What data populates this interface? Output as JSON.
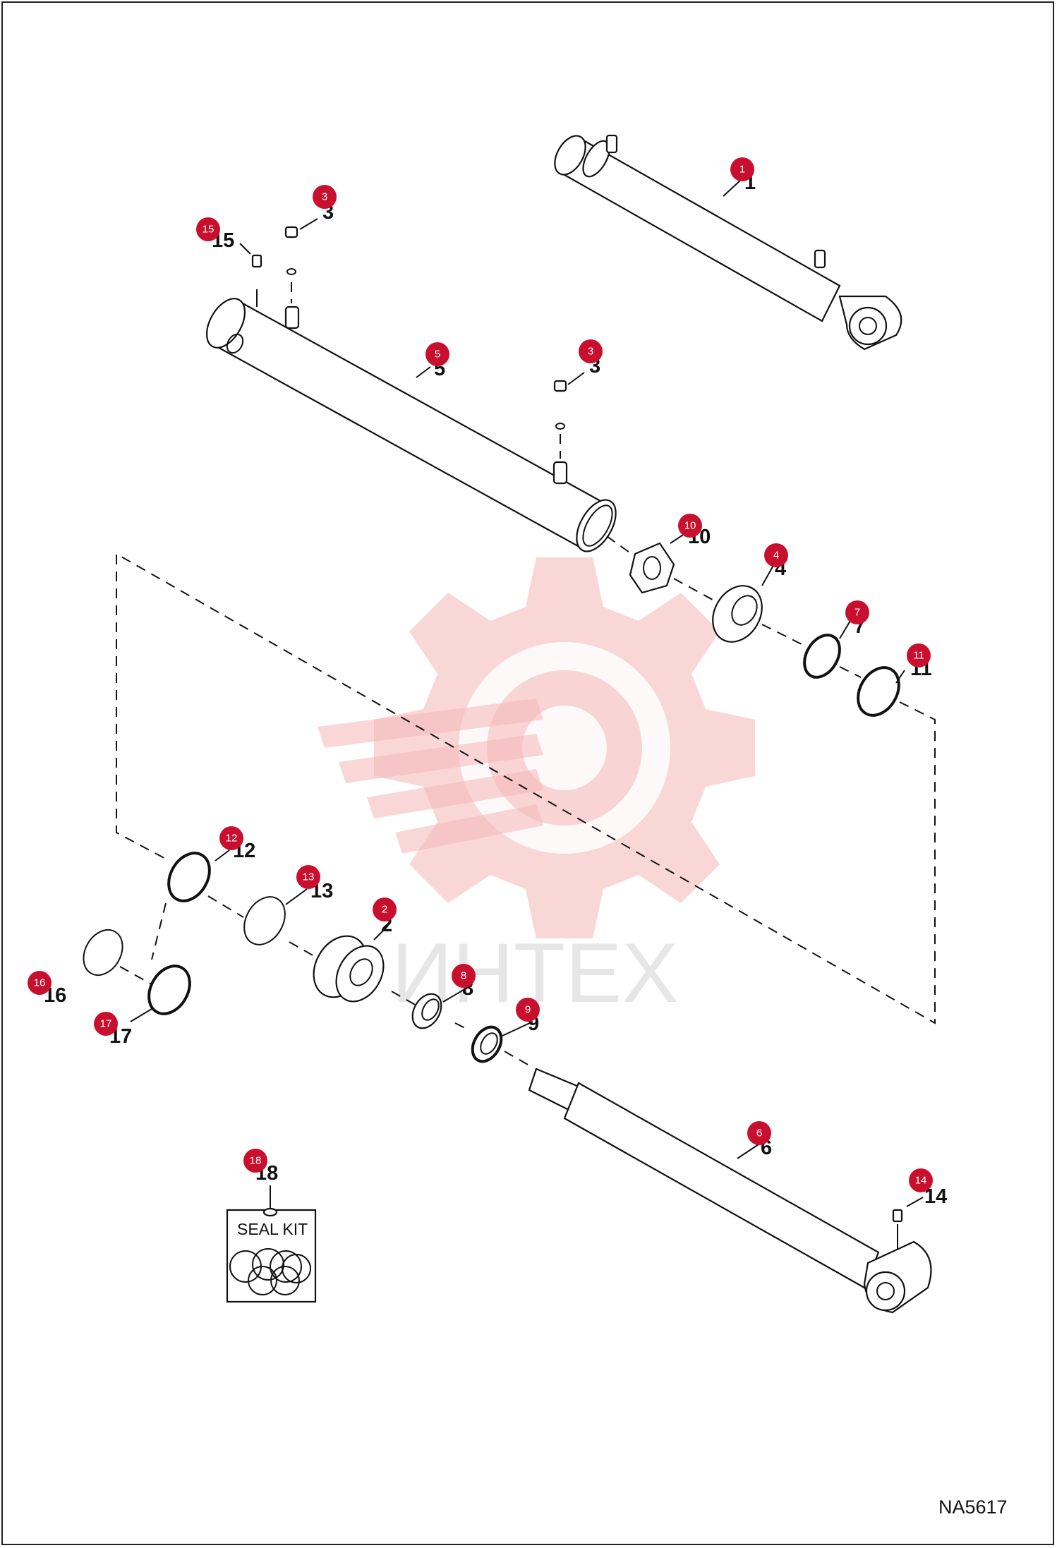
{
  "drawing_code": "NA5617",
  "watermark_text": "ИНТЕХ",
  "seal_kit_label": "SEAL KIT",
  "colors": {
    "badge": "#c8102e",
    "watermark": "#f4b6b6",
    "line": "#111111"
  },
  "callouts": [
    {
      "id": "1",
      "label": "1"
    },
    {
      "id": "2",
      "label": "2"
    },
    {
      "id": "3a",
      "label": "3"
    },
    {
      "id": "3b",
      "label": "3"
    },
    {
      "id": "4",
      "label": "4"
    },
    {
      "id": "5",
      "label": "5"
    },
    {
      "id": "6",
      "label": "6"
    },
    {
      "id": "7",
      "label": "7"
    },
    {
      "id": "8",
      "label": "8"
    },
    {
      "id": "9",
      "label": "9"
    },
    {
      "id": "10",
      "label": "10"
    },
    {
      "id": "11",
      "label": "11"
    },
    {
      "id": "12",
      "label": "12"
    },
    {
      "id": "13",
      "label": "13"
    },
    {
      "id": "14",
      "label": "14"
    },
    {
      "id": "15",
      "label": "15"
    },
    {
      "id": "16",
      "label": "16"
    },
    {
      "id": "17",
      "label": "17"
    },
    {
      "id": "18",
      "label": "18"
    }
  ]
}
